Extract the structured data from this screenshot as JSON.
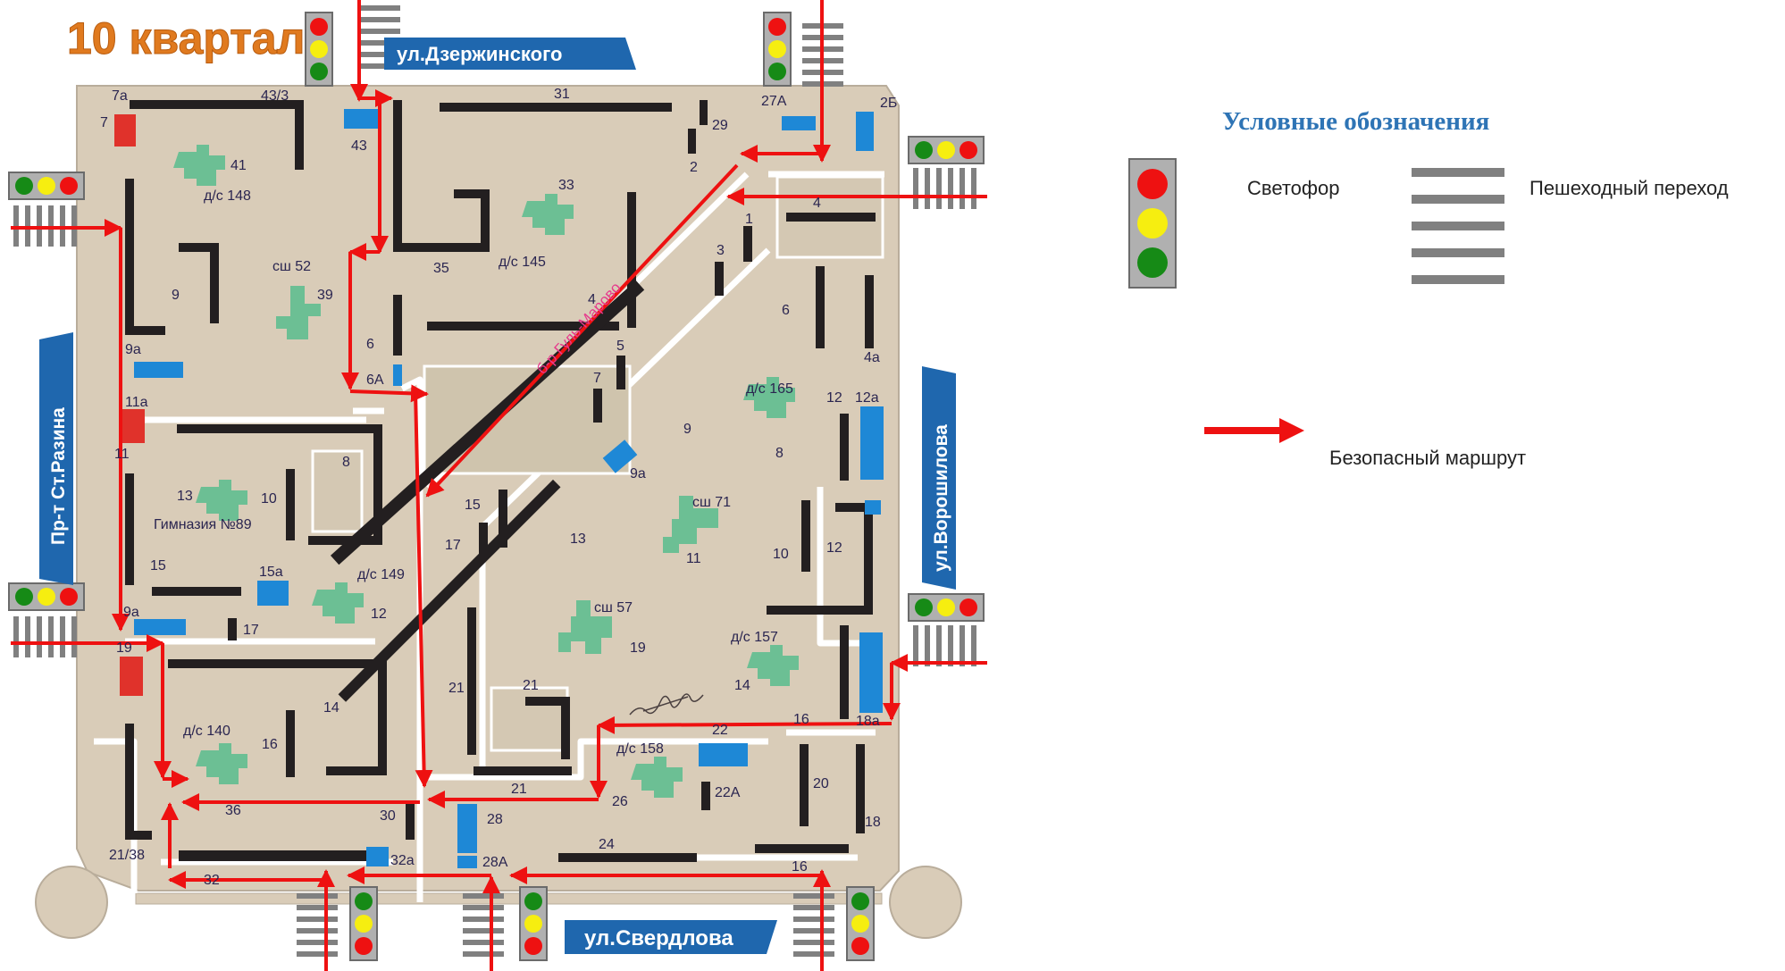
{
  "quarter_title": "10 квартал",
  "streets": {
    "dzerzhinsky": "ул.Дзержинского",
    "sverdlova": "ул.Свердлова",
    "razina": "Пр-т Ст.Разина",
    "voroshilova": "ул.Ворошилова",
    "bulvar": "б-р Гуль-Марово"
  },
  "objects": {
    "b41": "41",
    "ds148": "д/с 148",
    "b9": "9",
    "sh52": "сш 52",
    "b39": "39",
    "b33": "33",
    "ds145": "д/с 145",
    "ds165": "д/с 165",
    "b8r": "8",
    "sh71": "сш 71",
    "b11r": "11",
    "sh57": "сш 57",
    "b19r": "19",
    "ds157": "д/с 157",
    "b14r": "14",
    "ds158": "д/с 158",
    "b26": "26",
    "b13": "13",
    "b10": "10",
    "gymnasium": "Гимназия №89",
    "ds149": "д/с 149",
    "b12": "12",
    "ds140": "д/с 140",
    "b36": "36"
  },
  "buildings": {
    "n7a": "7а",
    "n7": "7",
    "n43_3": "43/3",
    "n43": "43",
    "n31": "31",
    "n29": "29",
    "n27a": "27А",
    "n2b": "2Б",
    "n2": "2",
    "n4a": "4",
    "n1": "1",
    "n3": "3",
    "n35": "35",
    "n4b": "4",
    "n6a": "6",
    "n6b": "6",
    "n6ab": "6А",
    "n5": "5",
    "n7b": "7",
    "n9a_top": "9а",
    "n11a": "11а",
    "n11": "11",
    "n8": "8",
    "n15": "15",
    "n15a": "15а",
    "n9a_low": "9а",
    "n17": "17",
    "n19": "19",
    "n14": "14",
    "n16": "16",
    "n21_38": "21/38",
    "n32": "32",
    "n30": "30",
    "n32a": "32а",
    "n28": "28",
    "n28a": "28А",
    "n24": "24",
    "n21a": "21",
    "n21b": "21",
    "n21c": "21",
    "n15b": "15",
    "n17b": "17",
    "n13": "13",
    "n9_diag": "9",
    "n9a_diag": "9а",
    "n4a_r": "4а",
    "n12": "12",
    "n12a": "12а",
    "n10": "10",
    "n12b": "12",
    "n16b": "16",
    "n18a": "18а",
    "n22": "22",
    "n22a": "22А",
    "n20": "20",
    "n18": "18",
    "n16c": "16"
  },
  "legend": {
    "title": "Условные обозначения",
    "traffic_light": "Светофор",
    "crosswalk": "Пешеходный переход",
    "safe_route": "Безопасный маршрут"
  },
  "colors": {
    "ground": "#d9ccb8",
    "road_edge": "#ffffff",
    "building": "#231f20",
    "school": "#6cbf94",
    "garage": "#1e88d6",
    "shop": "#e0322b",
    "route": "#ee1111",
    "label_bg": "#1f67ae",
    "title": "#e07a1f"
  }
}
